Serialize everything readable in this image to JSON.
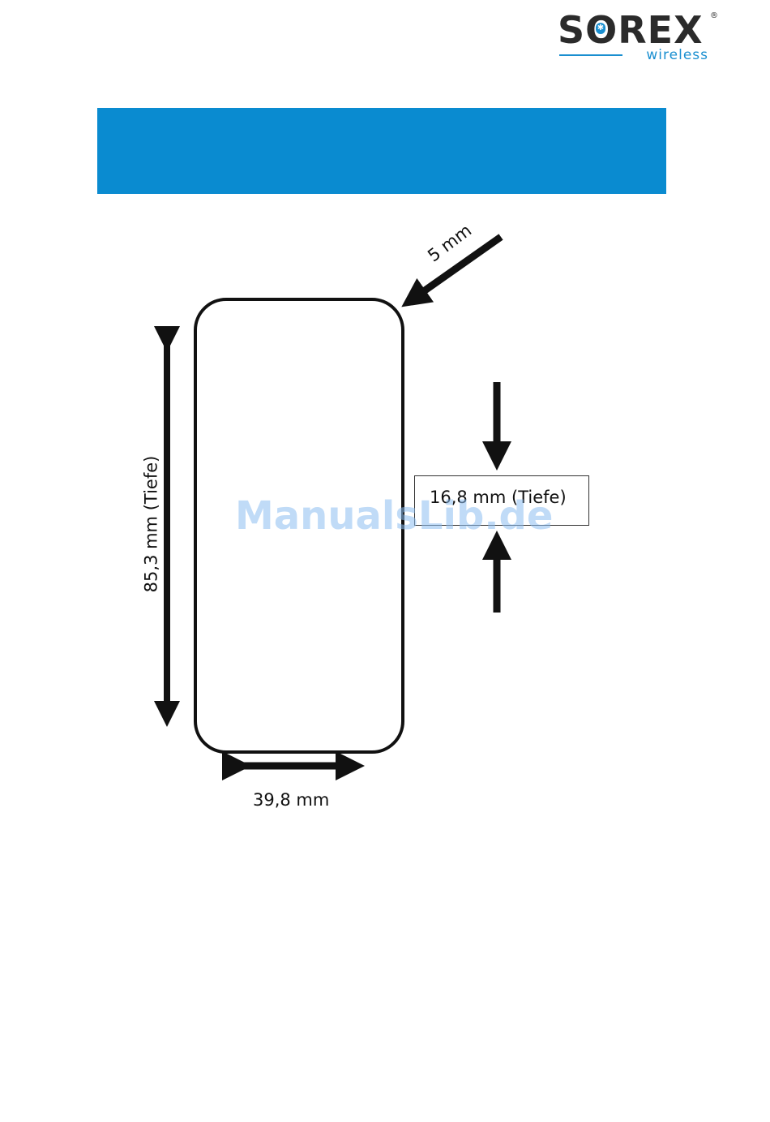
{
  "logo": {
    "name": "SOREX",
    "sub": "wireless",
    "registered": "®"
  },
  "colors": {
    "brand_blue": "#0a8bd0",
    "outline": "#111111"
  },
  "dimensions": {
    "width": "39,8 mm",
    "height": "85,3 mm (Tiefe)",
    "corner_radius": "5 mm",
    "depth": "16,8 mm (Tiefe)"
  },
  "watermark": "ManualsLib.de"
}
